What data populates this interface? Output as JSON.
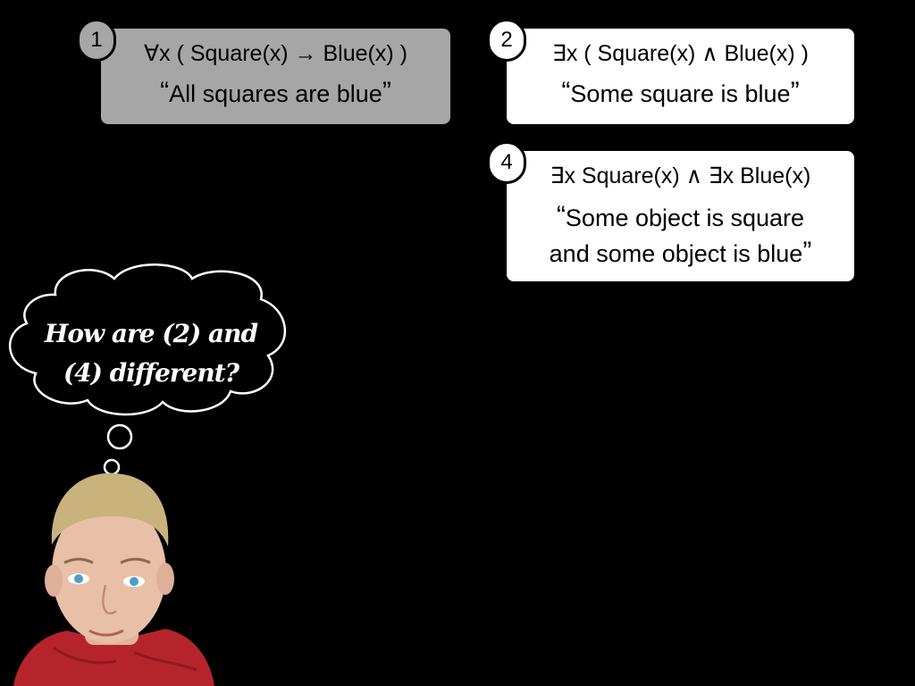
{
  "cards": [
    {
      "number": "1",
      "formula": "∀x ( Square(x) → Blue(x) )",
      "gloss_lines": [
        "All squares are blue"
      ],
      "style": "dim"
    },
    {
      "number": "2",
      "formula": "∃x ( Square(x) ∧ Blue(x) )",
      "gloss_lines": [
        "Some square is blue"
      ],
      "style": "bright"
    },
    {
      "number": "4",
      "formula": "∃x Square(x) ∧ ∃x Blue(x)",
      "gloss_lines": [
        "Some object is square",
        "and some object is blue"
      ],
      "style": "bright"
    }
  ],
  "thought": {
    "line1": "How are (2) and",
    "line2": "(4) different?"
  },
  "colors": {
    "background": "#000000",
    "dim_card": "#a6a6a6",
    "bright_card": "#ffffff",
    "text_on_dark": "#ffffff"
  }
}
